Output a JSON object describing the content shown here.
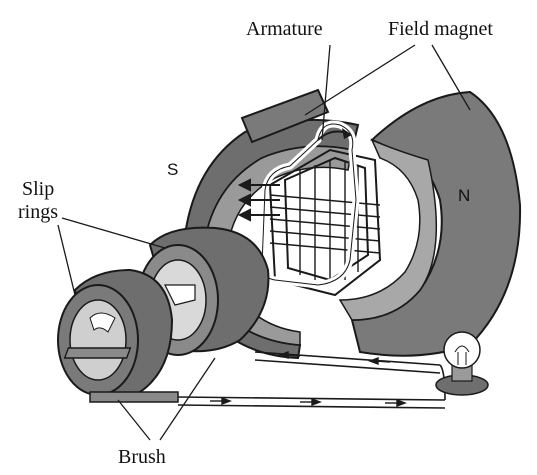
{
  "labels": {
    "armature": "Armature",
    "field_magnet": "Field magnet",
    "slip_rings_line1": "Slip",
    "slip_rings_line2": "rings",
    "brush": "Brush",
    "pole_s": "S",
    "pole_n": "N"
  },
  "colors": {
    "magnet_fill": "#7a7a7a",
    "magnet_dark": "#565656",
    "ring_fill": "#6e6e6e",
    "ring_inner": "#cfcfcf",
    "coil": "#ffffff",
    "outline": "#1a1a1a",
    "background": "#ffffff"
  },
  "icons": [
    "light-bulb-icon"
  ]
}
